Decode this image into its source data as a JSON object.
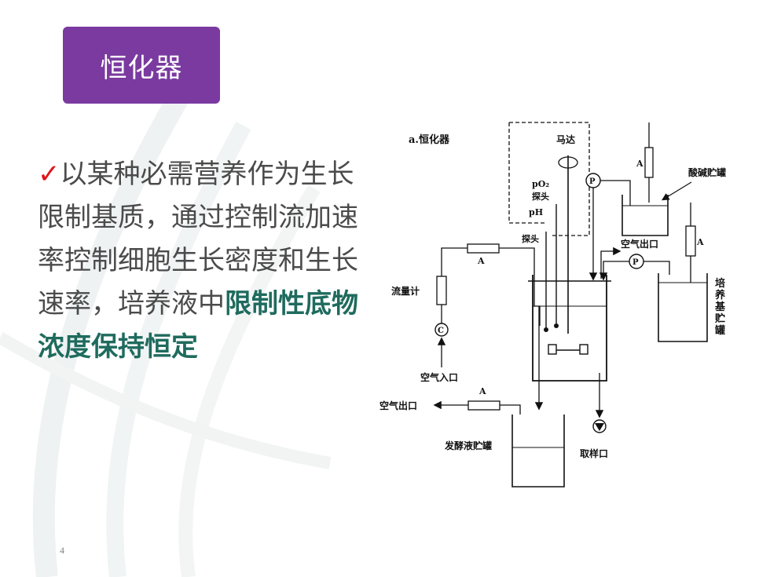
{
  "title": "恒化器",
  "body": {
    "check_mark": "✓",
    "text_plain": "以某种必需营养作为生长限制基质，通过控制流加速率控制细胞生长密度和生长速率，培养液中",
    "text_highlight": "限制性底物浓度保持恒定"
  },
  "page_number": "4",
  "diagram": {
    "caption": "a.恒化器",
    "motor": "马达",
    "po2_probe_line1": "pO₂",
    "po2_probe_line2": "探头",
    "ph_probe_line1": "pH",
    "ph_probe_line2": "探头",
    "acid_base_tank": "酸碱贮罐",
    "air_outlet_top": "空气出口",
    "medium_tank_c1": "培",
    "medium_tank_c2": "养",
    "medium_tank_c3": "基",
    "medium_tank_c4": "贮",
    "medium_tank_c5": "罐",
    "flowmeter": "流量计",
    "air_inlet": "空气入口",
    "air_outlet_bottom": "空气出口",
    "ferment_tank": "发酵液贮罐",
    "sampling_port": "取样口",
    "label_A": "A",
    "label_P": "P",
    "label_C": "C"
  }
}
